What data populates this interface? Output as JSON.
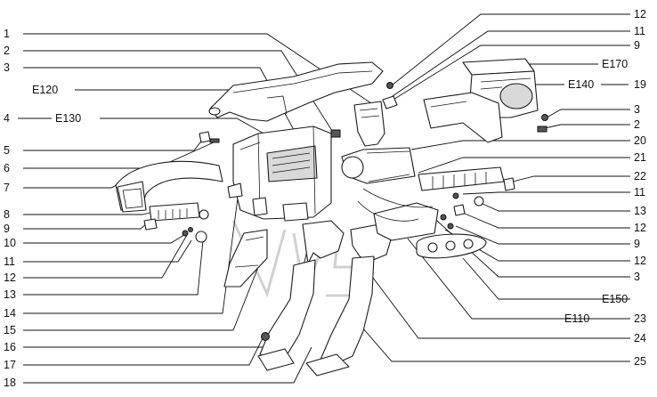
{
  "callouts_left": [
    {
      "label": "1"
    },
    {
      "label": "2"
    },
    {
      "label": "3"
    },
    {
      "label": "E120"
    },
    {
      "label": "4"
    },
    {
      "label": "E130"
    },
    {
      "label": "5"
    },
    {
      "label": "6"
    },
    {
      "label": "7"
    },
    {
      "label": "8"
    },
    {
      "label": "9"
    },
    {
      "label": "10"
    },
    {
      "label": "11"
    },
    {
      "label": "12"
    },
    {
      "label": "13"
    },
    {
      "label": "14"
    },
    {
      "label": "15"
    },
    {
      "label": "16"
    },
    {
      "label": "17"
    },
    {
      "label": "18"
    }
  ],
  "callouts_right": [
    {
      "label": "12"
    },
    {
      "label": "11"
    },
    {
      "label": "9"
    },
    {
      "label": "E170"
    },
    {
      "label": "E140"
    },
    {
      "label": "19"
    },
    {
      "label": "3"
    },
    {
      "label": "2"
    },
    {
      "label": "20"
    },
    {
      "label": "21"
    },
    {
      "label": "22"
    },
    {
      "label": "11"
    },
    {
      "label": "13"
    },
    {
      "label": "12"
    },
    {
      "label": "9"
    },
    {
      "label": "12"
    },
    {
      "label": "3"
    },
    {
      "label": "E150"
    },
    {
      "label": "E110"
    },
    {
      "label": "23"
    },
    {
      "label": "24"
    },
    {
      "label": "25"
    }
  ]
}
